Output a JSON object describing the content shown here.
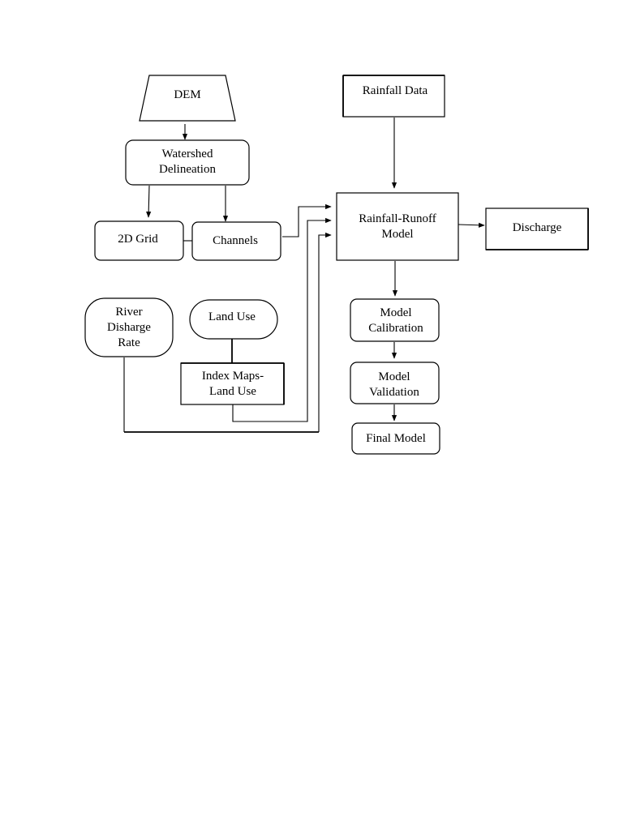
{
  "diagram": {
    "nodes": {
      "dem": {
        "lines": [
          "DEM"
        ]
      },
      "rainfall_data": {
        "lines": [
          "Rainfall Data"
        ]
      },
      "watershed": {
        "lines": [
          "Watershed",
          "Delineation"
        ]
      },
      "grid2d": {
        "lines": [
          "2D Grid"
        ]
      },
      "channels": {
        "lines": [
          "Channels"
        ]
      },
      "runoff_model": {
        "lines": [
          "Rainfall-Runoff",
          "Model"
        ]
      },
      "discharge": {
        "lines": [
          "Discharge"
        ]
      },
      "river_rate": {
        "lines": [
          "River",
          "Disharge",
          "Rate"
        ]
      },
      "land_use": {
        "lines": [
          "Land Use"
        ]
      },
      "index_maps": {
        "lines": [
          "Index Maps-",
          "Land Use"
        ]
      },
      "calibration": {
        "lines": [
          "Model",
          "Calibration"
        ]
      },
      "validation": {
        "lines": [
          "Model",
          "Validation"
        ]
      },
      "final_model": {
        "lines": [
          "Final Model"
        ]
      }
    },
    "edges": [
      {
        "from": "dem",
        "to": "watershed"
      },
      {
        "from": "watershed",
        "to": "grid2d"
      },
      {
        "from": "watershed",
        "to": "channels"
      },
      {
        "from": "grid2d",
        "to": "channels"
      },
      {
        "from": "channels",
        "to": "runoff_model"
      },
      {
        "from": "index_maps",
        "to": "runoff_model"
      },
      {
        "from": "river_rate",
        "to": "runoff_model"
      },
      {
        "from": "land_use",
        "to": "index_maps"
      },
      {
        "from": "rainfall_data",
        "to": "runoff_model"
      },
      {
        "from": "runoff_model",
        "to": "discharge"
      },
      {
        "from": "runoff_model",
        "to": "calibration"
      },
      {
        "from": "calibration",
        "to": "validation"
      },
      {
        "from": "validation",
        "to": "final_model"
      }
    ],
    "colors": {
      "stroke": "#000000",
      "fill": "#ffffff",
      "text": "#000000"
    }
  }
}
